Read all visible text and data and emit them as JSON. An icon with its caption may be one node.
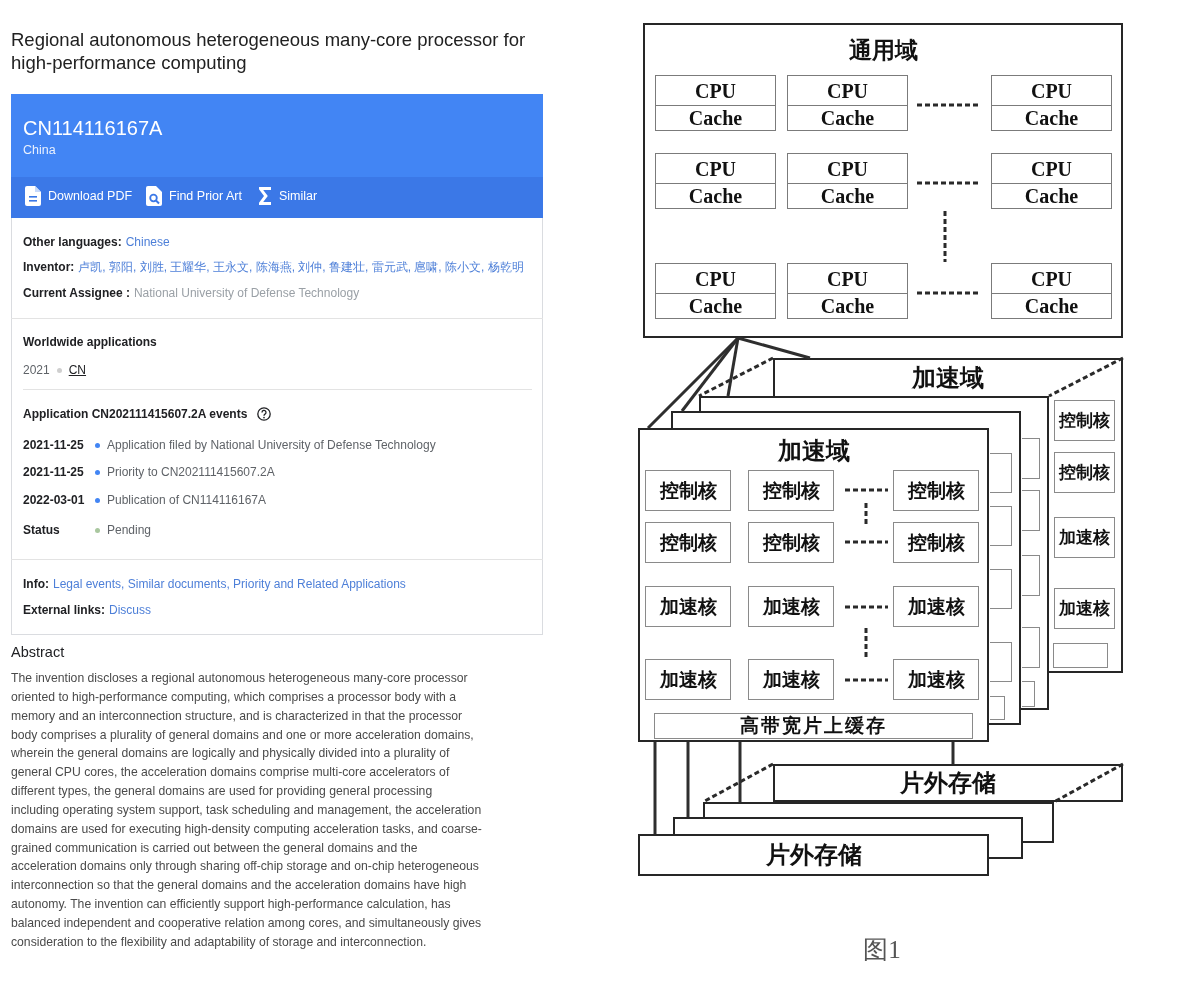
{
  "diagram": {
    "title": "Regional autonomous heterogeneous many-core processor for high-performance computing",
    "caption": "图1",
    "nodes": [
      {
        "text": [
          "Other languages:",
          "Chinese",
          "Inventor:",
          "卢凯, 郭阳, 刘胜, 王耀华, 王永文, 陈海燕, 刘仲, 鲁建壮, 雷元武, 扈啸, 陈小文, 杨乾明",
          "Current Assignee :",
          "National University of Defense Technology",
          "Worldwide applications",
          "2021",
          "CN",
          "Application CN202111415607.2A events",
          "2021-11-25",
          "Application filed by National University of Defense Technology",
          "2021-11-25",
          "Priority to CN202111415607.2A",
          "2022-03-01",
          "Publication of CN114116167A",
          "Status",
          "Pending",
          "Info:",
          "Legal events, Similar documents, Priority and Related Applications",
          "External links:",
          "Discuss"
        ]
      },
      {
        "text": [
          "CN114116167A",
          "China"
        ],
        "in": 0
      },
      {
        "text": [
          "Download PDF",
          "Find Prior Art",
          "Similar"
        ],
        "in": 0
      },
      {
        "text": [
          "通用域"
        ]
      },
      {
        "text": [
          "CPU",
          "Cache"
        ],
        "in": 3
      },
      {
        "text": [
          "CPU",
          "Cache"
        ],
        "in": 3
      },
      {
        "text": [
          "CPU",
          "Cache"
        ],
        "in": 3
      },
      {
        "text": [
          "CPU",
          "Cache"
        ],
        "in": 3
      },
      {
        "text": [
          "CPU",
          "Cache"
        ],
        "in": 3
      },
      {
        "text": [
          "CPU",
          "Cache"
        ],
        "in": 3
      },
      {
        "text": [
          "CPU",
          "Cache"
        ],
        "in": 3
      },
      {
        "text": [
          "CPU",
          "Cache"
        ],
        "in": 3
      },
      {
        "text": [
          "CPU",
          "Cache"
        ],
        "in": 3
      },
      {
        "text": [
          "加速域"
        ]
      },
      {
        "text": [
          "控制核"
        ]
      },
      {
        "text": [
          "控制核"
        ]
      },
      {
        "text": [
          "加速核"
        ]
      },
      {
        "text": [
          "加速核"
        ]
      },
      {
        "text": [],
        "shape": "box"
      },
      {
        "text": [],
        "shape": "box"
      },
      {
        "text": [],
        "shape": "box"
      },
      {
        "text": [],
        "shape": "box"
      },
      {
        "text": [],
        "shape": "box"
      },
      {
        "text": [],
        "shape": "box"
      },
      {
        "text": [],
        "shape": "box"
      },
      {
        "text": [],
        "shape": "box"
      },
      {
        "text": [],
        "shape": "box"
      },
      {
        "text": [],
        "shape": "box"
      },
      {
        "text": [],
        "shape": "box"
      },
      {
        "text": [],
        "shape": "box"
      },
      {
        "text": [],
        "shape": "box"
      },
      {
        "text": [
          "加速域"
        ]
      },
      {
        "text": [
          "控制核"
        ],
        "in": 31
      },
      {
        "text": [
          "控制核"
        ],
        "in": 31
      },
      {
        "text": [
          "控制核"
        ],
        "in": 31
      },
      {
        "text": [
          "控制核"
        ],
        "in": 31
      },
      {
        "text": [
          "控制核"
        ],
        "in": 31
      },
      {
        "text": [
          "控制核"
        ],
        "in": 31
      },
      {
        "text": [
          "加速核"
        ],
        "in": 31
      },
      {
        "text": [
          "加速核"
        ],
        "in": 31
      },
      {
        "text": [
          "加速核"
        ],
        "in": 31
      },
      {
        "text": [
          "加速核"
        ],
        "in": 31
      },
      {
        "text": [
          "加速核"
        ],
        "in": 31
      },
      {
        "text": [
          "加速核"
        ],
        "in": 31
      },
      {
        "text": [
          "高带宽片上缓存"
        ],
        "in": 31
      },
      {
        "text": [
          "片外存储"
        ]
      },
      {
        "text": [],
        "shape": "box"
      },
      {
        "text": [],
        "shape": "box"
      },
      {
        "text": [
          "片外存储"
        ]
      }
    ],
    "edges": [
      {
        "from": 3,
        "to": 13,
        "arrow": "none"
      },
      {
        "from": 3,
        "to": 19,
        "arrow": "none"
      },
      {
        "from": 3,
        "to": 25,
        "arrow": "none"
      },
      {
        "from": 3,
        "to": 31,
        "arrow": "none"
      },
      {
        "from": 31,
        "to": 48,
        "arrow": "none"
      },
      {
        "from": 31,
        "to": 47,
        "arrow": "none"
      },
      {
        "from": 31,
        "to": 46,
        "arrow": "none"
      },
      {
        "from": 31,
        "to": 45,
        "arrow": "none"
      }
    ],
    "labels": [
      "Abstract",
      "The invention discloses a regional autonomous heterogeneous many-core processor oriented to high-performance computing, which comprises a processor body with a memory and an interconnection structure, and is characterized in that the processor body comprises a plurality of general domains and one or more acceleration domains, wherein the general domains are logically and physically divided into a plurality of general CPU cores, the acceleration domains comprise multi-core accelerators of different types, the general domains are used for providing general processing including operating system support, task scheduling and management, the acceleration domains are used for executing high-density computing acceleration tasks, and coarse-grained communication is carried out between the general domains and the acceleration domains only through sharing off-chip storage and on-chip heterogeneous interconnection so that the general domains and the acceleration domains have high autonomy. The invention can efficiently support high-performance calculation, has balanced independent and cooperative relation among cores, and simultaneously gives consideration to the flexibility and adaptability of storage and interconnection."
    ]
  }
}
